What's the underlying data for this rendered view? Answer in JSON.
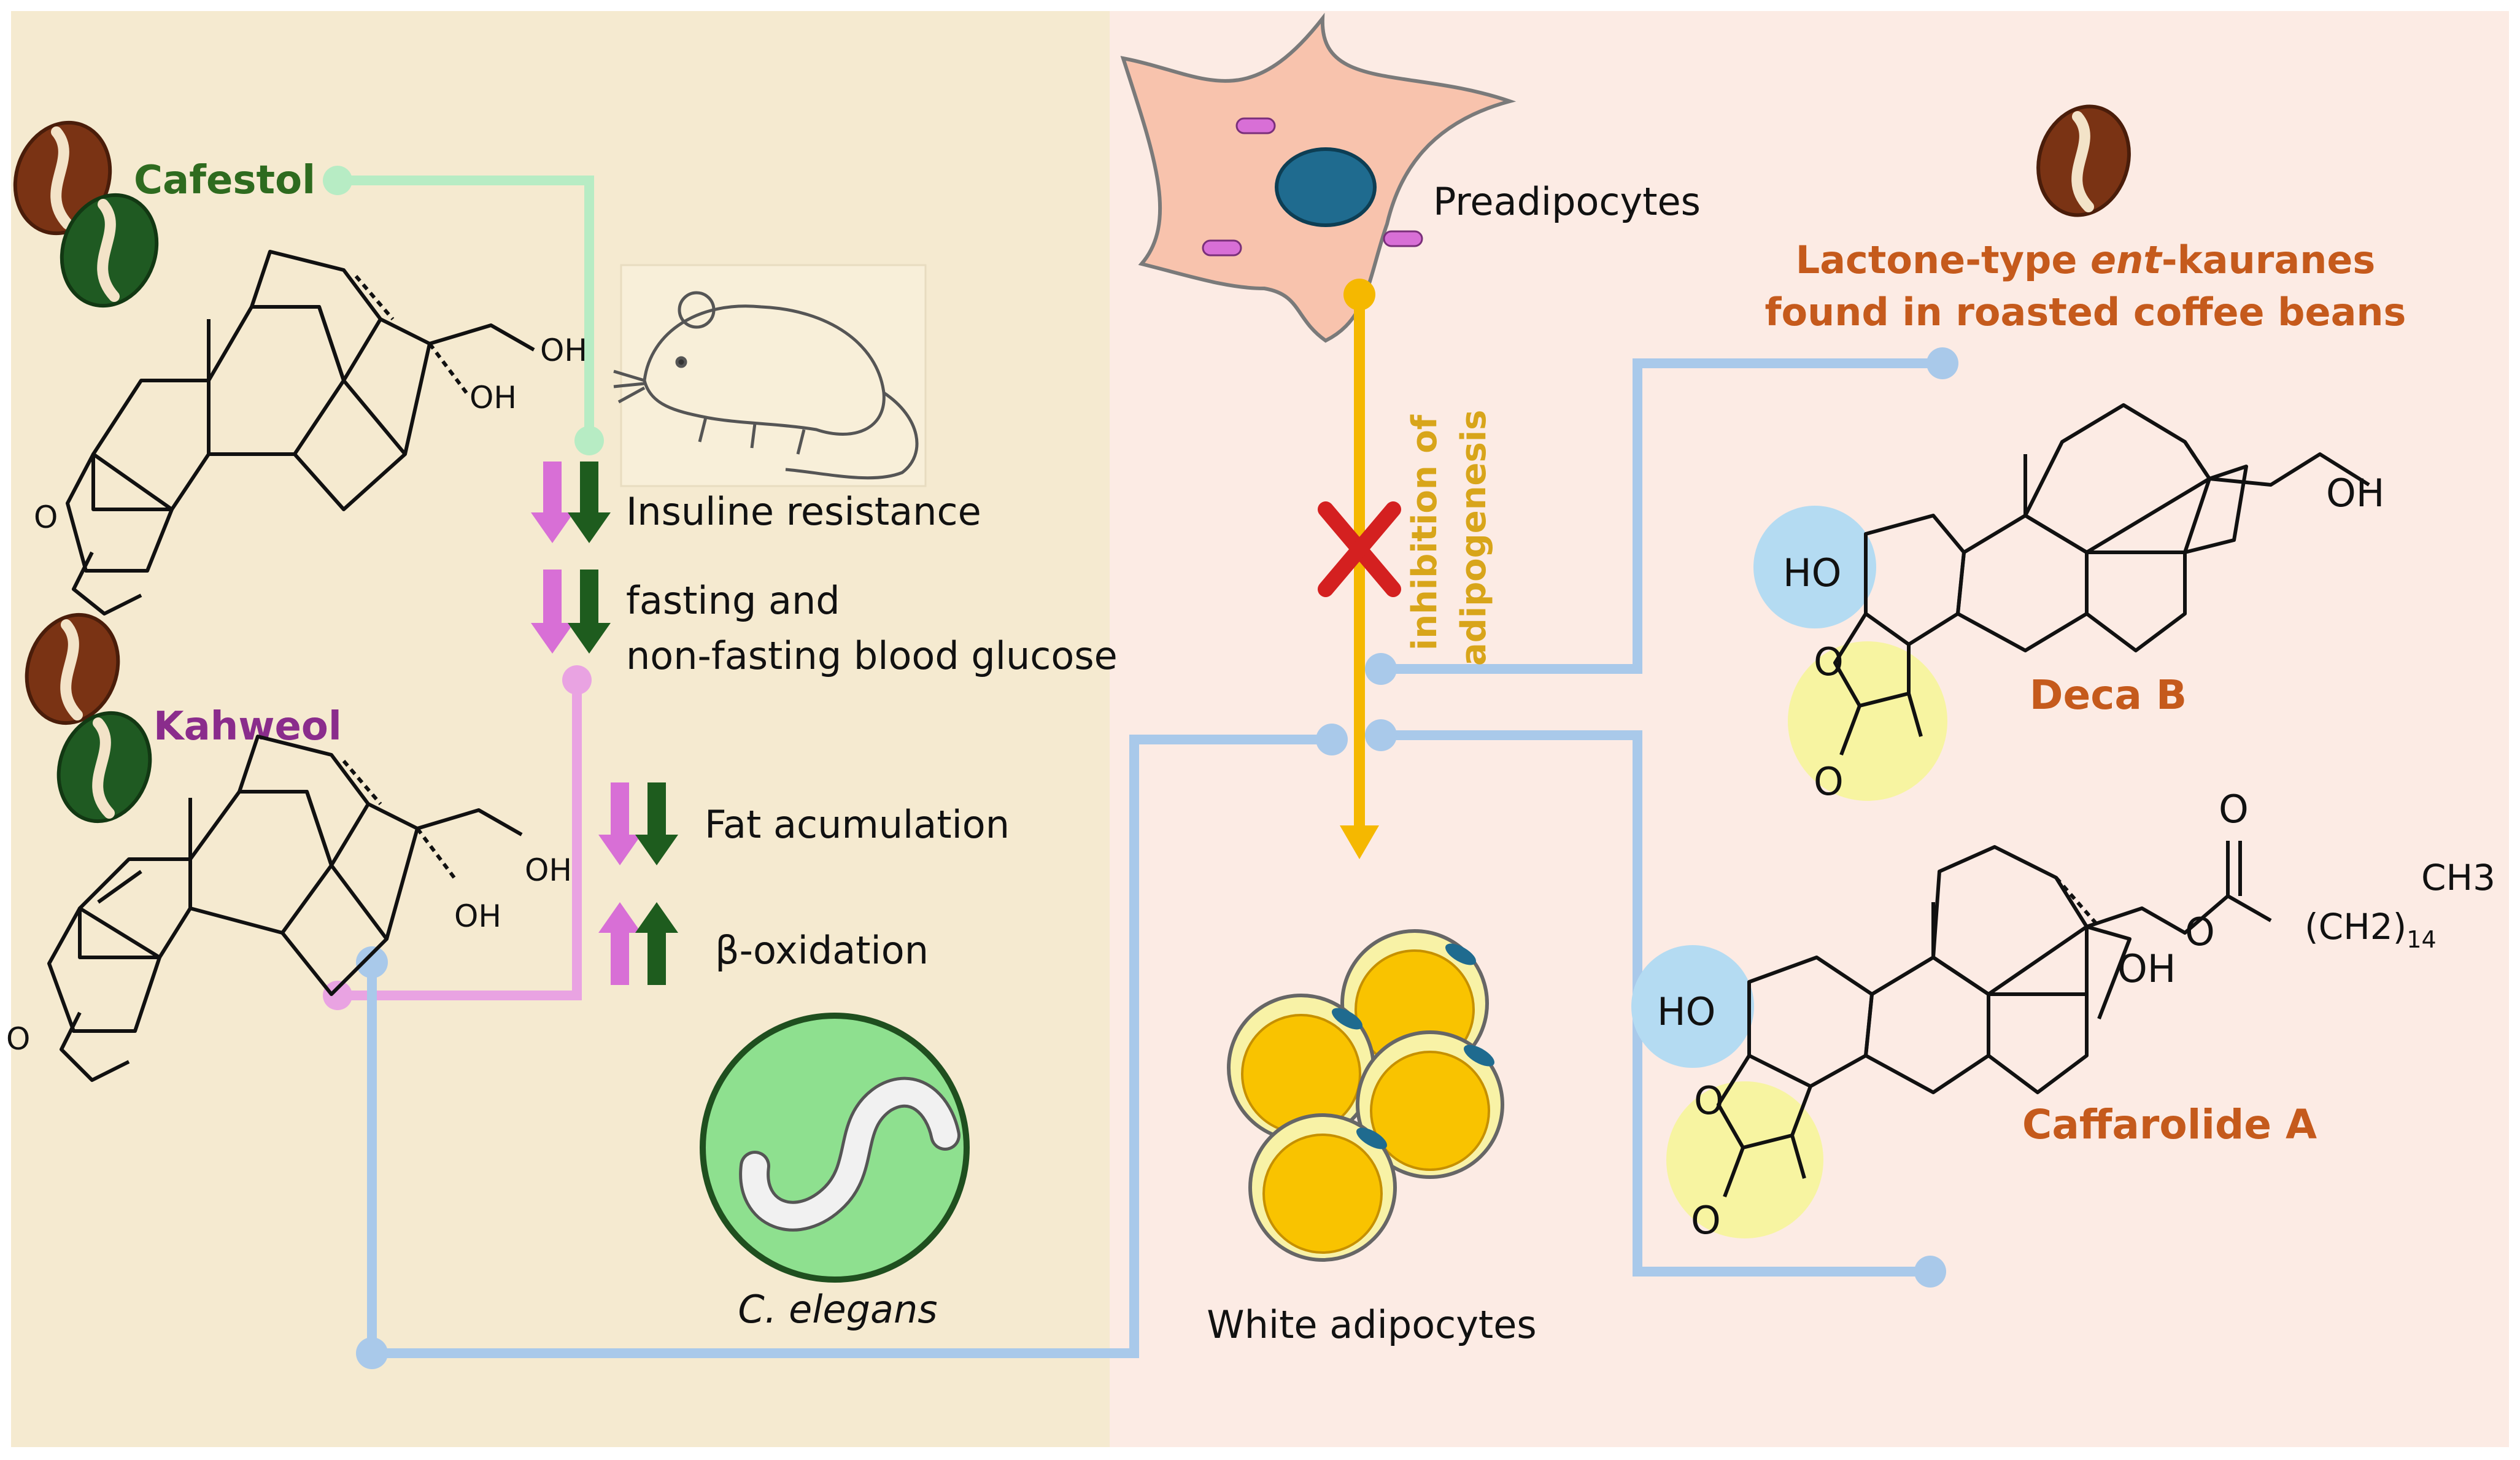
{
  "compounds": {
    "cafestol": "Cafestol",
    "kahweol": "Kahweol",
    "lactone_heading_pre": "Lactone-type ",
    "lactone_heading_ent": "ent",
    "lactone_heading_post": "-kauranes",
    "lactone_heading_line2": "found in roasted coffee beans",
    "deca_b": "Deca B",
    "caffarolide_a": "Caffarolide A"
  },
  "effects": {
    "insuline_resistance": "Insuline resistance",
    "glucose_line1": "fasting and",
    "glucose_line2": "non-fasting blood glucose",
    "fat": "Fat acumulation",
    "beta_oxidation": "β-oxidation"
  },
  "cells": {
    "preadipocytes": "Preadipocytes",
    "white_adipocytes": "White adipocytes",
    "inhibition_line1": "inhibition of",
    "inhibition_line2": "adipogenesis"
  },
  "organisms": {
    "c_elegans": "C. elegans"
  },
  "chem_labels": {
    "oh": "OH",
    "ho": "HO",
    "o": "O",
    "ch3": "CH3",
    "ch2": "(CH2)",
    "sub14": "14"
  },
  "colors": {
    "left_bg": "#f5ead0",
    "right_bg": "#fcebe4",
    "cafestol_green": "#2e6b1f",
    "kahweol_purple": "#8a2c8c",
    "accent_orange": "#c55a1c",
    "gold": "#f5b800",
    "connector_blue": "#a9c9ea",
    "connector_pink": "#e9a3e2",
    "connector_mint": "#b7ecc4",
    "down_arrow_pink": "#d86fd6",
    "down_arrow_green": "#1e5c1e",
    "inhibit_red": "#d42020"
  }
}
